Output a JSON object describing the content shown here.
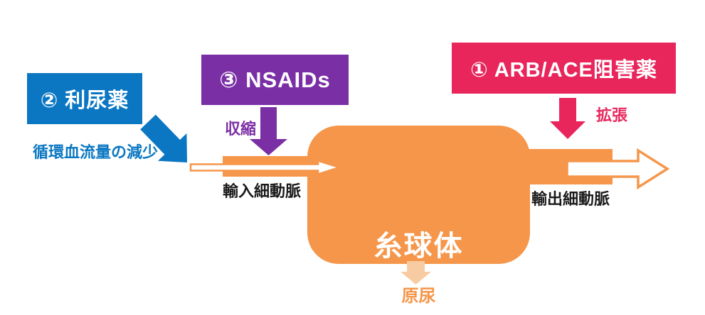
{
  "title": "糸球体と薬剤の作用（腎血行動態の模式図）",
  "colors": {
    "blue": "#0b77c2",
    "purple": "#7b2fa5",
    "pink": "#e8265c",
    "orange": "#f5964a",
    "pale_orange": "#f8cca2",
    "label_black": "#1a1a1a",
    "white": "#ffffff"
  },
  "boxes": {
    "diuretic": {
      "label": "② 利尿薬"
    },
    "nsaids": {
      "label": "③ NSAIDs"
    },
    "arb_ace": {
      "label": "① ARB/ACE阻害薬"
    }
  },
  "labels": {
    "blood_flow_decrease": "循環血流量の減少",
    "constriction": "収縮",
    "dilation": "拡張",
    "glomerulus": "糸球体",
    "afferent_arteriole": "輸入細動脈",
    "efferent_arteriole": "輸出細動脈",
    "primary_urine": "原尿"
  },
  "arrows": [
    {
      "name": "blue-diagonal-arrow",
      "meaning": "利尿薬 → 循環血流量の減少",
      "color": "#0b77c2"
    },
    {
      "name": "constrict-arrow",
      "meaning": "NSAIDs → 輸入細動脈を収縮",
      "color": "#7b2fa5"
    },
    {
      "name": "dilate-arrow",
      "meaning": "ARB/ACE阻害薬 → 輸出細動脈を拡張",
      "color": "#e8265c"
    },
    {
      "name": "afferent-flow-arrow",
      "meaning": "血流入（輸入細動脈）",
      "color": "#ffffff"
    },
    {
      "name": "efferent-flow-arrow",
      "meaning": "血流出（輸出細動脈）",
      "color": "#ffffff"
    },
    {
      "name": "filtrate-arrow",
      "meaning": "糸球体 → 原尿",
      "color": "#f8cca2"
    }
  ]
}
